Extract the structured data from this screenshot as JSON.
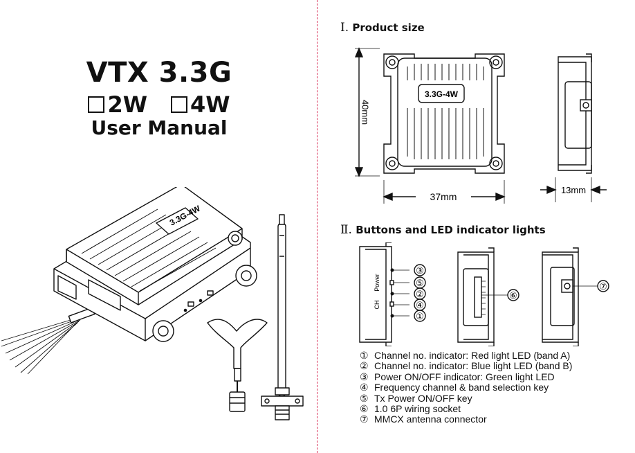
{
  "cover": {
    "title": "VTX 3.3G",
    "variants": [
      "2W",
      "4W"
    ],
    "subtitle": "User Manual",
    "device_label": "3.3G-4W"
  },
  "sections": [
    {
      "number": "Ⅰ.",
      "title": "Product size"
    },
    {
      "number": "Ⅱ.",
      "title": "Buttons and LED indicator lights"
    }
  ],
  "dimensions": {
    "height": "40mm",
    "width": "37mm",
    "depth": "13mm",
    "label": "3.3G-4W"
  },
  "side_labels": {
    "power": "Power",
    "ch": "CH"
  },
  "callouts": [
    "③",
    "⑤",
    "②",
    "④",
    "①",
    "⑥",
    "⑦"
  ],
  "legend": [
    {
      "marker": "①",
      "text": "Channel no. indicator: Red light LED (band A)"
    },
    {
      "marker": "②",
      "text": "Channel no. indicator: Blue light LED (band B)"
    },
    {
      "marker": "③",
      "text": "Power ON/OFF indicator: Green light LED"
    },
    {
      "marker": "④",
      "text": "Frequency channel & band selection key"
    },
    {
      "marker": "⑤",
      "text": "Tx Power ON/OFF key"
    },
    {
      "marker": "⑥",
      "text": "1.0 6P wiring socket"
    },
    {
      "marker": "⑦",
      "text": "MMCX antenna connector"
    }
  ],
  "colors": {
    "divider": "#d9325a",
    "ink": "#111111"
  }
}
